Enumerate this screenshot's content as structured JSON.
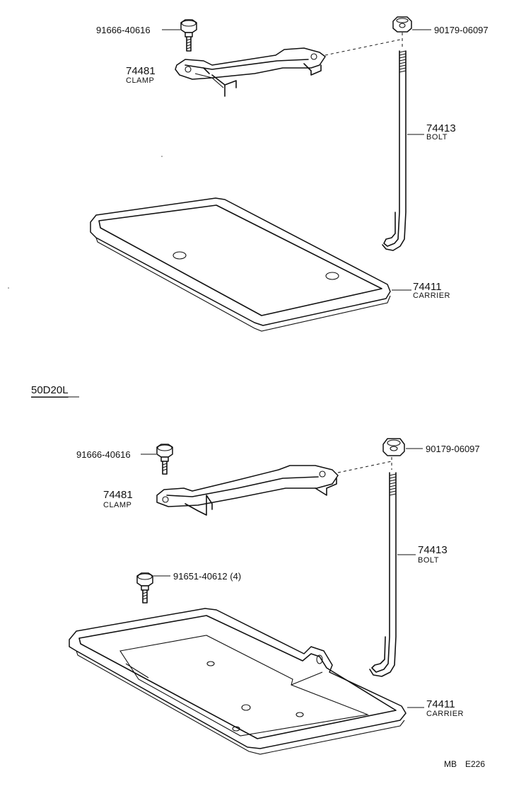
{
  "top": {
    "bolt_small": "91666-40616",
    "nut": "90179-06097",
    "clamp": {
      "number": "74481",
      "name": "CLAMP"
    },
    "bolt": {
      "number": "74413",
      "name": "BOLT"
    },
    "carrier": {
      "number": "74411",
      "name": "CARRIER"
    }
  },
  "section_label": "50D20L",
  "bottom": {
    "bolt_small": "91666-40616",
    "nut": "90179-06097",
    "clamp": {
      "number": "74481",
      "name": "CLAMP"
    },
    "bolt": {
      "number": "74413",
      "name": "BOLT"
    },
    "bolt_extra": "91651-40612 (4)",
    "carrier": {
      "number": "74411",
      "name": "CARRIER"
    }
  },
  "footer": {
    "left": "MB",
    "right": "E226"
  }
}
